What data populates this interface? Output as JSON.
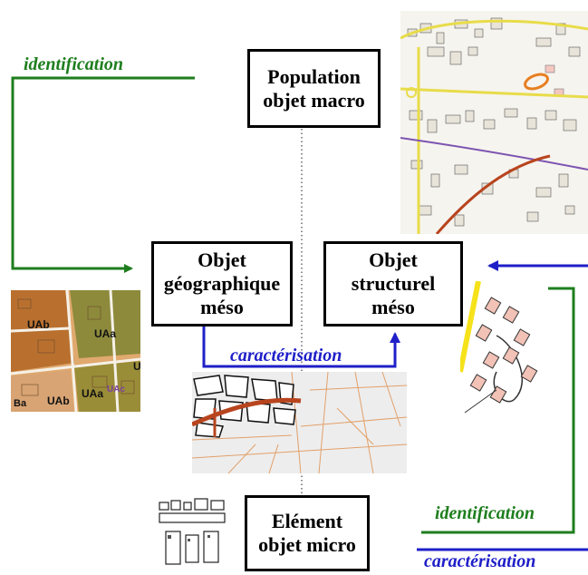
{
  "boxes": {
    "population": [
      "Population",
      "objet macro"
    ],
    "objet_geo": [
      "Objet",
      "géographique",
      "méso"
    ],
    "objet_struct": [
      "Objet",
      "structurel",
      "méso"
    ],
    "element": [
      "Elément",
      "objet micro"
    ]
  },
  "labels": {
    "identification_top": "identification",
    "caracterisation_mid": "caractérisation",
    "identification_bottom": "identification",
    "caracterisation_bottom": "caractérisation"
  },
  "zoning_labels": [
    "UAb",
    "UAa",
    "UAb",
    "UAa",
    "UAc",
    "Ba",
    "U"
  ],
  "colors": {
    "green_arrow": "#1e7e1e",
    "blue_arrow": "#1f1fc8",
    "road_red": "#b8441e"
  }
}
